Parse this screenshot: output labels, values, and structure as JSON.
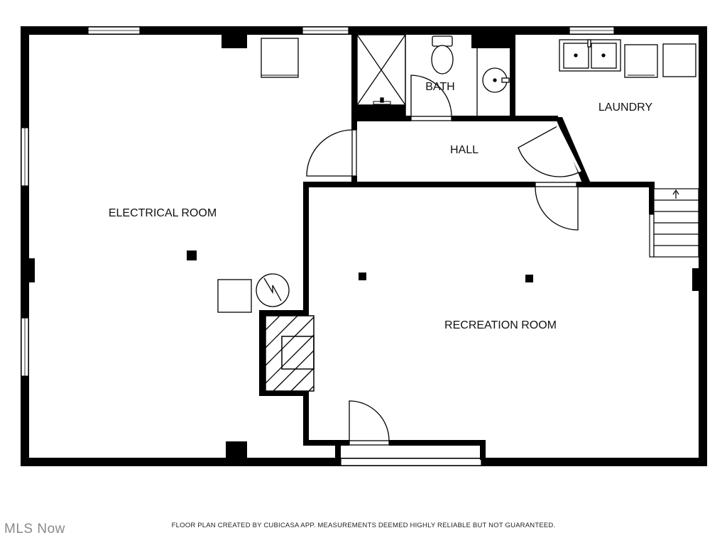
{
  "rooms": {
    "electrical": "ELECTRICAL ROOM",
    "recreation": "RECREATION ROOM",
    "bath": "BATH",
    "hall": "HALL",
    "laundry": "LAUNDRY"
  },
  "footer": {
    "note": "FLOOR PLAN CREATED BY CUBICASA APP. MEASUREMENTS DEEMED HIGHLY RELIABLE BUT NOT GUARANTEED.",
    "watermark": "MLS Now"
  },
  "colors": {
    "wall": "#000000",
    "fixture": "#555555",
    "background": "#ffffff"
  }
}
